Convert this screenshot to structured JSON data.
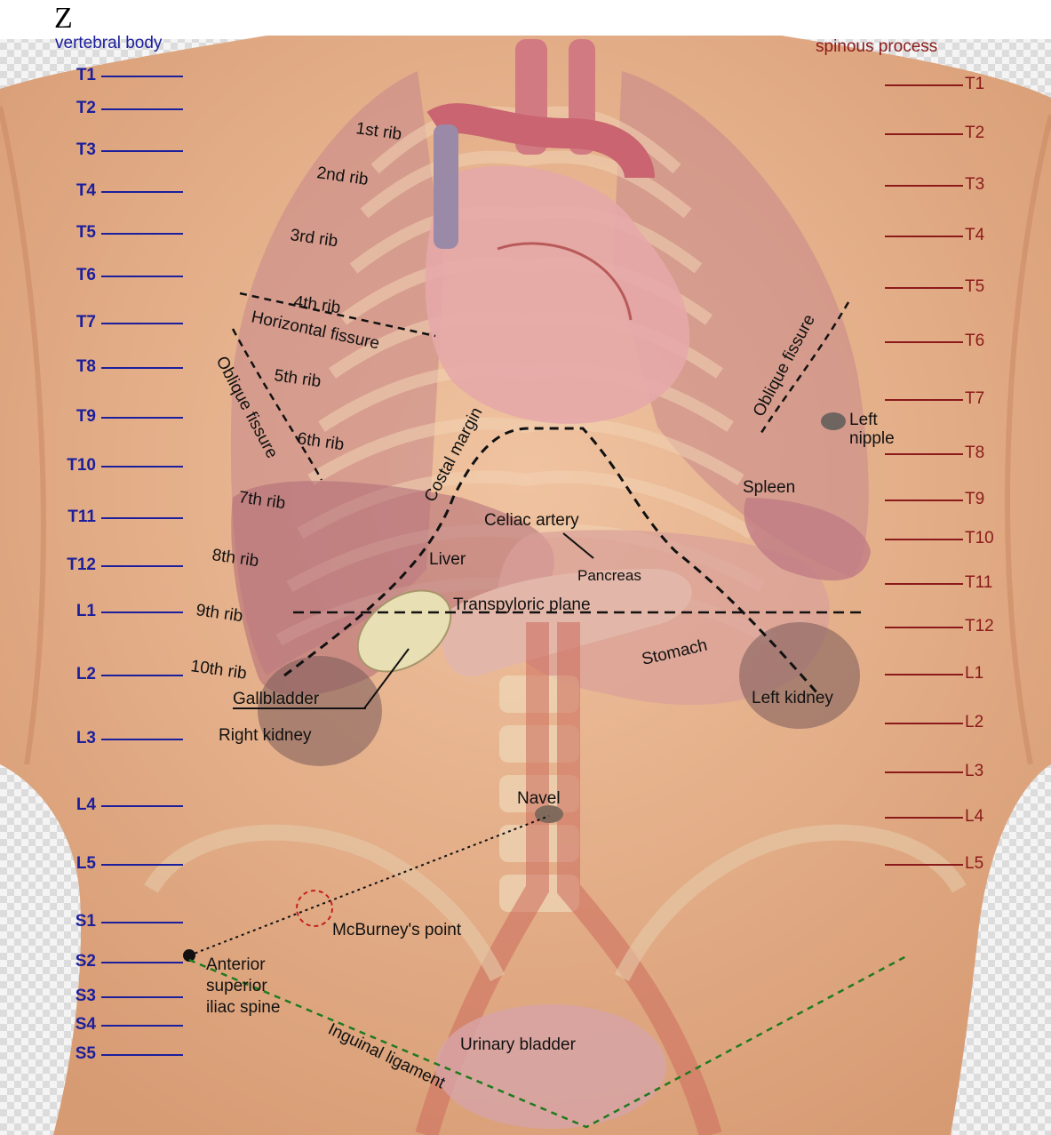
{
  "corner_label": "Z",
  "header": {
    "left": "vertebral body",
    "right": "spinous process"
  },
  "vertebral_levels": [
    "T1",
    "T2",
    "T3",
    "T4",
    "T5",
    "T6",
    "T7",
    "T8",
    "T9",
    "T10",
    "T11",
    "T12",
    "L1",
    "L2",
    "L3",
    "L4",
    "L5",
    "S1",
    "S2",
    "S3",
    "S4",
    "S5"
  ],
  "spinous_levels": [
    "T1",
    "T2",
    "T3",
    "T4",
    "T5",
    "T6",
    "T7",
    "T8",
    "T9",
    "T10",
    "T11",
    "T12",
    "L1",
    "L2",
    "L3",
    "L4",
    "L5"
  ],
  "ribs": [
    "1st rib",
    "2nd rib",
    "3rd rib",
    "4th rib",
    "5th rib",
    "6th rib",
    "7th rib",
    "8th rib",
    "9th rib",
    "10th rib"
  ],
  "labels": {
    "horizontal_fissure": "Horizontal fissure",
    "oblique_fissure_right": "Oblique fissure",
    "oblique_fissure_left": "Oblique fissure",
    "costal_margin": "Costal margin",
    "left_nipple": "Left\nnipple",
    "spleen": "Spleen",
    "celiac_artery": "Celiac artery",
    "liver": "Liver",
    "pancreas": "Pancreas",
    "transpyloric_plane": "Transpyloric plane",
    "stomach": "Stomach",
    "gallbladder": "Gallbladder",
    "left_kidney": "Left kidney",
    "right_kidney": "Right kidney",
    "navel": "Navel",
    "mcburneys_point": "McBurney's point",
    "asis": "Anterior\nsuperior\niliac spine",
    "urinary_bladder": "Urinary bladder",
    "inguinal_ligament": "Inguinal ligament"
  },
  "colors": {
    "vertebral": "#1c1f9c",
    "spinous": "#8b1a1a",
    "skin": "#e8b590",
    "lung": "#c99a9a",
    "heart": "#d99a9a",
    "inguinal": "#1f7a1f"
  }
}
